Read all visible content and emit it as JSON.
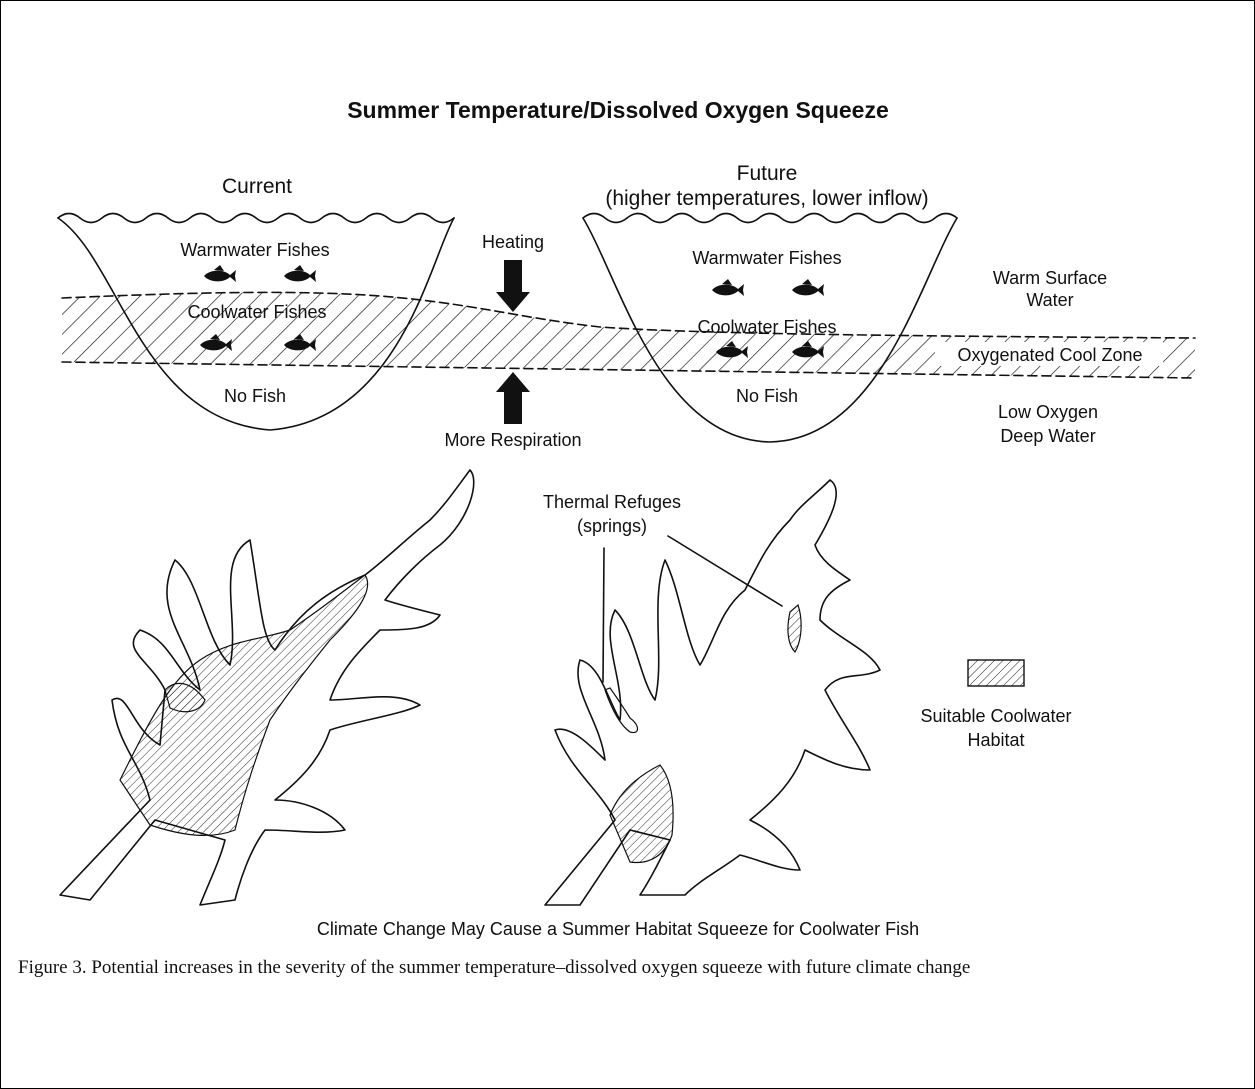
{
  "diagram": {
    "title": "Summer Temperature/Dissolved Oxygen Squeeze",
    "current_label": "Current",
    "future_label_line1": "Future",
    "future_label_line2": "(higher temperatures, lower inflow)",
    "warmwater_left": "Warmwater Fishes",
    "coolwater_left": "Coolwater Fishes",
    "nofish_left": "No Fish",
    "warmwater_right": "Warmwater Fishes",
    "coolwater_right": "Coolwater Fishes",
    "nofish_right": "No Fish",
    "heating": "Heating",
    "more_respiration": "More Respiration",
    "warm_surface_line1": "Warm Surface",
    "warm_surface_line2": "Water",
    "oxygenated_zone": "Oxygenated Cool Zone",
    "low_oxygen_line1": "Low Oxygen",
    "low_oxygen_line2": "Deep Water",
    "thermal_refuges_line1": "Thermal Refuges",
    "thermal_refuges_line2": "(springs)",
    "legend_line1": "Suitable Coolwater",
    "legend_line2": "Habitat",
    "subtitle": "Climate Change May Cause a Summer Habitat Squeeze for Coolwater Fish"
  },
  "caption": "Figure 3. Potential increases in the severity of the summer temperature–dissolved oxygen squeeze with future climate change"
}
